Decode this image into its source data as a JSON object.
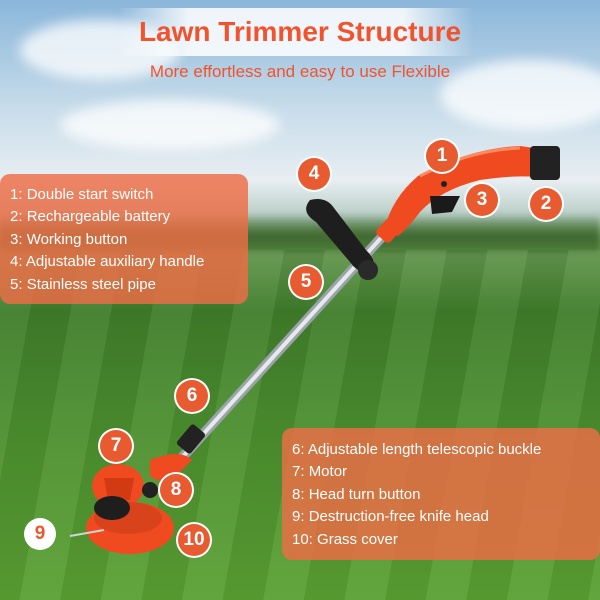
{
  "title": "Lawn Trimmer Structure",
  "subtitle": "More effortless and easy to use Flexible",
  "legend_left": [
    {
      "num": "1:",
      "label": "Double start switch"
    },
    {
      "num": "2:",
      "label": "Rechargeable battery"
    },
    {
      "num": "3:",
      "label": "Working button"
    },
    {
      "num": "4:",
      "label": "Adjustable auxiliary handle"
    },
    {
      "num": "5:",
      "label": "Stainless steel pipe"
    }
  ],
  "legend_right": [
    {
      "num": "6:",
      "label": "Adjustable length telescopic buckle"
    },
    {
      "num": "7:",
      "label": "Motor"
    },
    {
      "num": "8:",
      "label": "Head turn button"
    },
    {
      "num": "9:",
      "label": "Destruction-free knife head"
    },
    {
      "num": "10:",
      "label": " Grass cover"
    }
  ],
  "badges": [
    "1",
    "2",
    "3",
    "4",
    "5",
    "6",
    "7",
    "8",
    "9",
    "10"
  ],
  "colors": {
    "accent": "#f0532e",
    "panel": "#ee6d46",
    "body": "#f04a20"
  }
}
